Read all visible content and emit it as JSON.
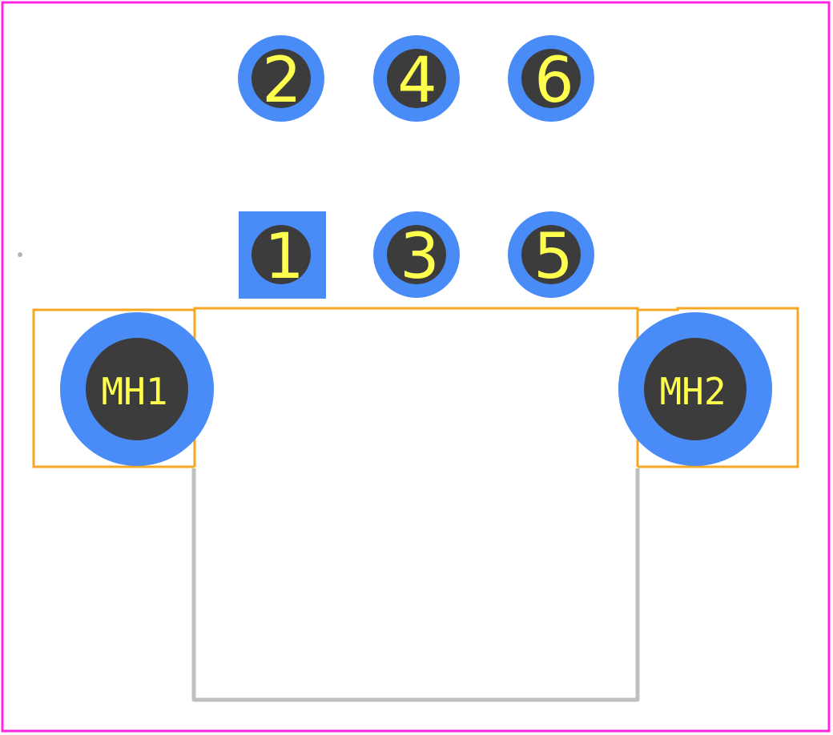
{
  "footprint": {
    "pads": [
      {
        "id": "pad-1",
        "label": "1",
        "shape": "square"
      },
      {
        "id": "pad-2",
        "label": "2",
        "shape": "round"
      },
      {
        "id": "pad-3",
        "label": "3",
        "shape": "round"
      },
      {
        "id": "pad-4",
        "label": "4",
        "shape": "round"
      },
      {
        "id": "pad-5",
        "label": "5",
        "shape": "round"
      },
      {
        "id": "pad-6",
        "label": "6",
        "shape": "round"
      }
    ],
    "mounting_holes": [
      {
        "id": "mh-1",
        "label": "MH1"
      },
      {
        "id": "mh-2",
        "label": "MH2"
      }
    ],
    "colors": {
      "courtyard": "#ff26e2",
      "silkscreen": "#f5a623",
      "fab_outline": "#c0c0c0",
      "pad_copper": "#4a8cf7",
      "drill_hole": "#3c3c3c",
      "pad_text": "#ffff4d"
    }
  }
}
